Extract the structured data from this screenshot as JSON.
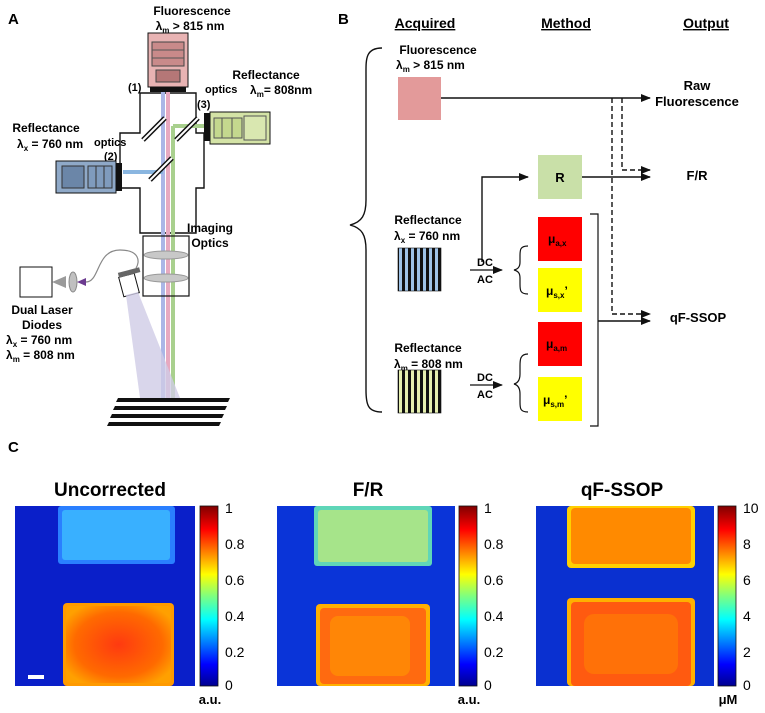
{
  "panels": {
    "a": "A",
    "b": "B",
    "c": "C"
  },
  "panel_a": {
    "fluor_title": "Fluorescence",
    "fluor_lambda": "λ",
    "fluor_sub": "m",
    "fluor_value": " > 815 nm",
    "label_1": "(1)",
    "label_2": "(2)",
    "label_3": "(3)",
    "refl_left_title": "Reflectance",
    "refl_left_sym": "λ",
    "refl_left_sub": "x",
    "refl_left_value": " = 760 nm",
    "optics_left": "optics",
    "refl_right_title": "Reflectance",
    "refl_right_sym": "λ",
    "refl_right_sub": "m",
    "refl_right_value": "= 808nm",
    "optics_right": "optics",
    "imaging_1": "Imaging",
    "imaging_2": "Optics",
    "laser_1": "Dual Laser",
    "laser_2": "Diodes",
    "laser_x_sym": "λ",
    "laser_x_sub": "x",
    "laser_x_val": " = 760 nm",
    "laser_m_sym": "λ",
    "laser_m_sub": "m",
    "laser_m_val": " = 808 nm"
  },
  "panel_b": {
    "headers": {
      "acquired": "Acquired",
      "method": "Method",
      "output": "Output"
    },
    "fluor_title": "Fluorescence",
    "fluor_sym": "λ",
    "fluor_sub": "m",
    "fluor_val": " > 815 nm",
    "refl_x_title": "Reflectance",
    "refl_x_sym": "λ",
    "refl_x_sub": "x",
    "refl_x_val": " = 760 nm",
    "refl_m_title": "Reflectance",
    "refl_m_sym": "λ",
    "refl_m_sub": "m",
    "refl_m_val": " = 808 nm",
    "dc": "DC",
    "ac": "AC",
    "r_box": "R",
    "mu": "μ",
    "mu_ax_sub": "a,x",
    "mu_sx_sub": "s,x",
    "mu_am_sub": "a,m",
    "mu_sm_sub": "s,m",
    "prime": "’",
    "out_raw_1": "Raw",
    "out_raw_2": "Fluorescence",
    "out_fr": "F/R",
    "out_qf": "qF-SSOP",
    "colors": {
      "fluor_box": "#e39a9a",
      "r_box": "#c9e0a8",
      "red": "#ff0000",
      "yellow": "#ffff00"
    }
  },
  "panel_c": {
    "maps": [
      {
        "title": "Uncorrected",
        "ticks": [
          "1",
          "0.8",
          "0.6",
          "0.4",
          "0.2",
          "0"
        ],
        "unit": "a.u."
      },
      {
        "title": "F/R",
        "ticks": [
          "1",
          "0.8",
          "0.6",
          "0.4",
          "0.2",
          "0"
        ],
        "unit": "a.u."
      },
      {
        "title": "qF-SSOP",
        "ticks": [
          "10",
          "8",
          "6",
          "4",
          "2",
          "0"
        ],
        "unit": "μM"
      }
    ]
  }
}
